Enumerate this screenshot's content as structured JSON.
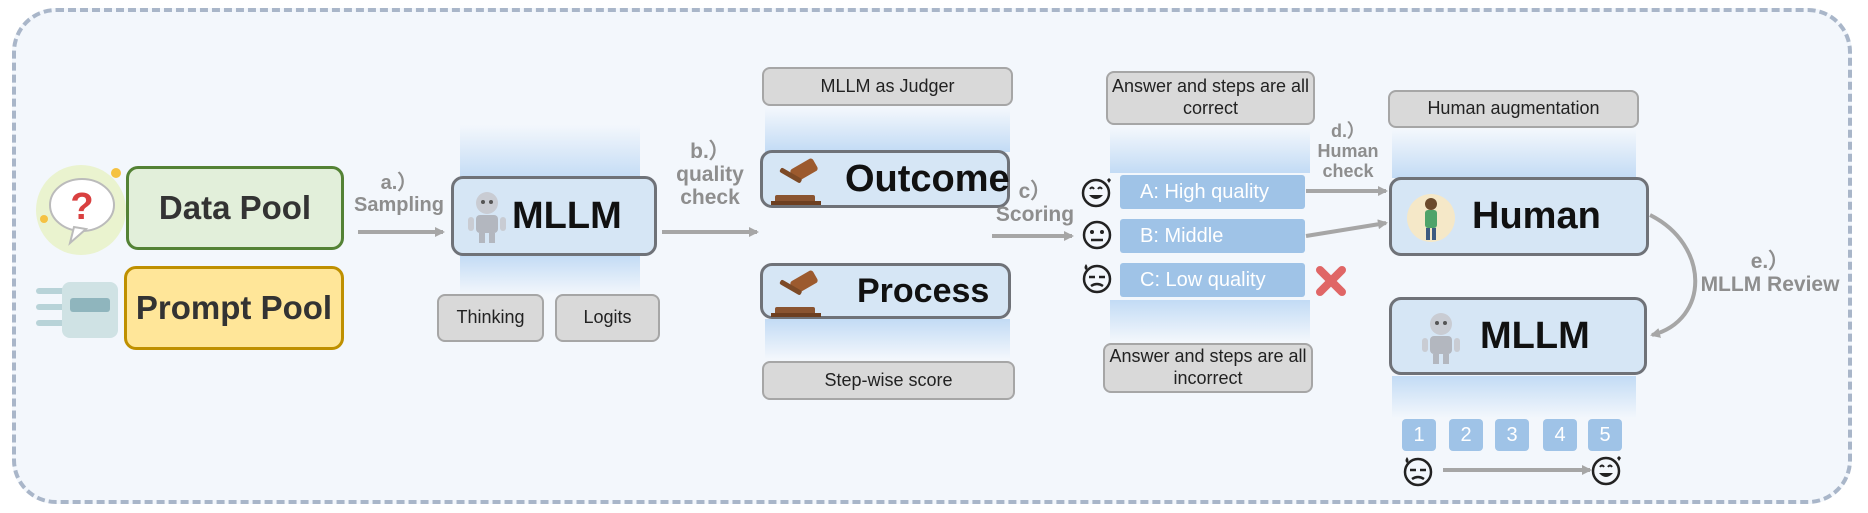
{
  "pools": {
    "data_pool": "Data Pool",
    "prompt_pool": "Prompt Pool"
  },
  "mllm": {
    "label": "MLLM",
    "thinking": "Thinking",
    "logits": "Logits"
  },
  "steps": {
    "a_num": "a.）",
    "a_text": "Sampling",
    "b_num": "b.）",
    "b_text1": "quality",
    "b_text2": "check",
    "c_num": "c）",
    "c_text": "Scoring",
    "d_num": "d.）",
    "d_text1": "Human",
    "d_text2": "check",
    "e_num": "e.）",
    "e_text": "MLLM Review"
  },
  "judge": {
    "title": "MLLM as Judger",
    "outcome": "Outcome",
    "process": "Process",
    "step_score": "Step-wise score"
  },
  "quality": {
    "correct_note": "Answer and steps are all correct",
    "high": "A: High quality",
    "middle": "B: Middle",
    "low": "C: Low quality",
    "incorrect_note": "Answer and steps are all incorrect"
  },
  "human": {
    "augmentation": "Human augmentation",
    "label": "Human",
    "review_label": "MLLM",
    "scale": [
      "1",
      "2",
      "3",
      "4",
      "5"
    ]
  },
  "colors": {
    "data_pool": "#e2efda",
    "data_pool_border": "#548235",
    "prompt_pool": "#ffe699",
    "prompt_pool_border": "#bf9000",
    "node": "#d6e6f5",
    "arrow": "#a6a6a6",
    "bar": "#9fc3e7",
    "reject": "#e06666"
  },
  "icons": [
    "question-bubble-icon",
    "stack-icon",
    "robot-icon",
    "gavel-icon",
    "grin-face-icon",
    "neutral-face-icon",
    "sad-face-icon",
    "cross-icon",
    "person-icon"
  ]
}
